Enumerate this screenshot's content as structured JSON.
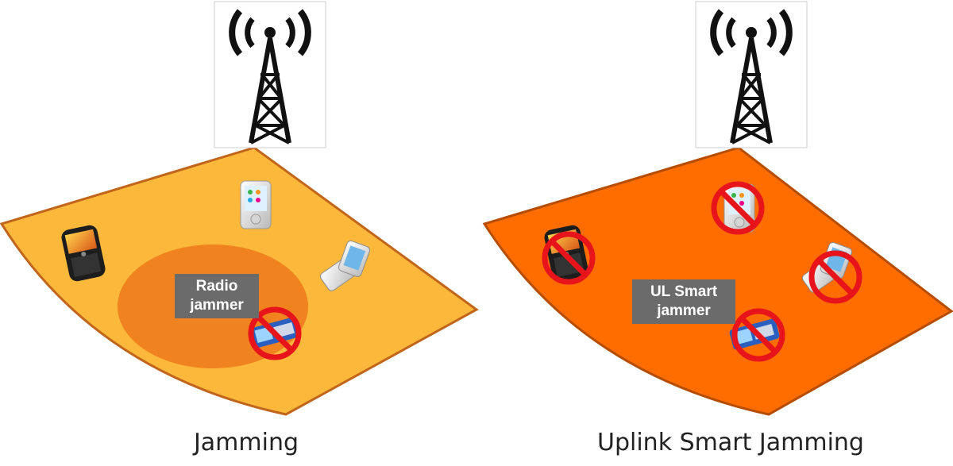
{
  "left_panel": {
    "caption": "Jamming",
    "jammer_label": [
      "Radio",
      "jammer"
    ],
    "colors": {
      "coverage": "#fbb83a",
      "jammer_zone": "#f0821f",
      "edge": "#c0651b"
    }
  },
  "right_panel": {
    "caption": "Uplink Smart Jamming",
    "jammer_label": [
      "UL Smart",
      "jammer"
    ],
    "colors": {
      "coverage": "#ff6d00",
      "edge": "#b54d00"
    }
  },
  "icons": {
    "tower": "radio-tower-icon",
    "phone": "mobile-phone-icon",
    "blocked": "no-sign-icon"
  },
  "colors": {
    "block_sign": "#e8141b",
    "label_bg": "#6b6b6b"
  }
}
